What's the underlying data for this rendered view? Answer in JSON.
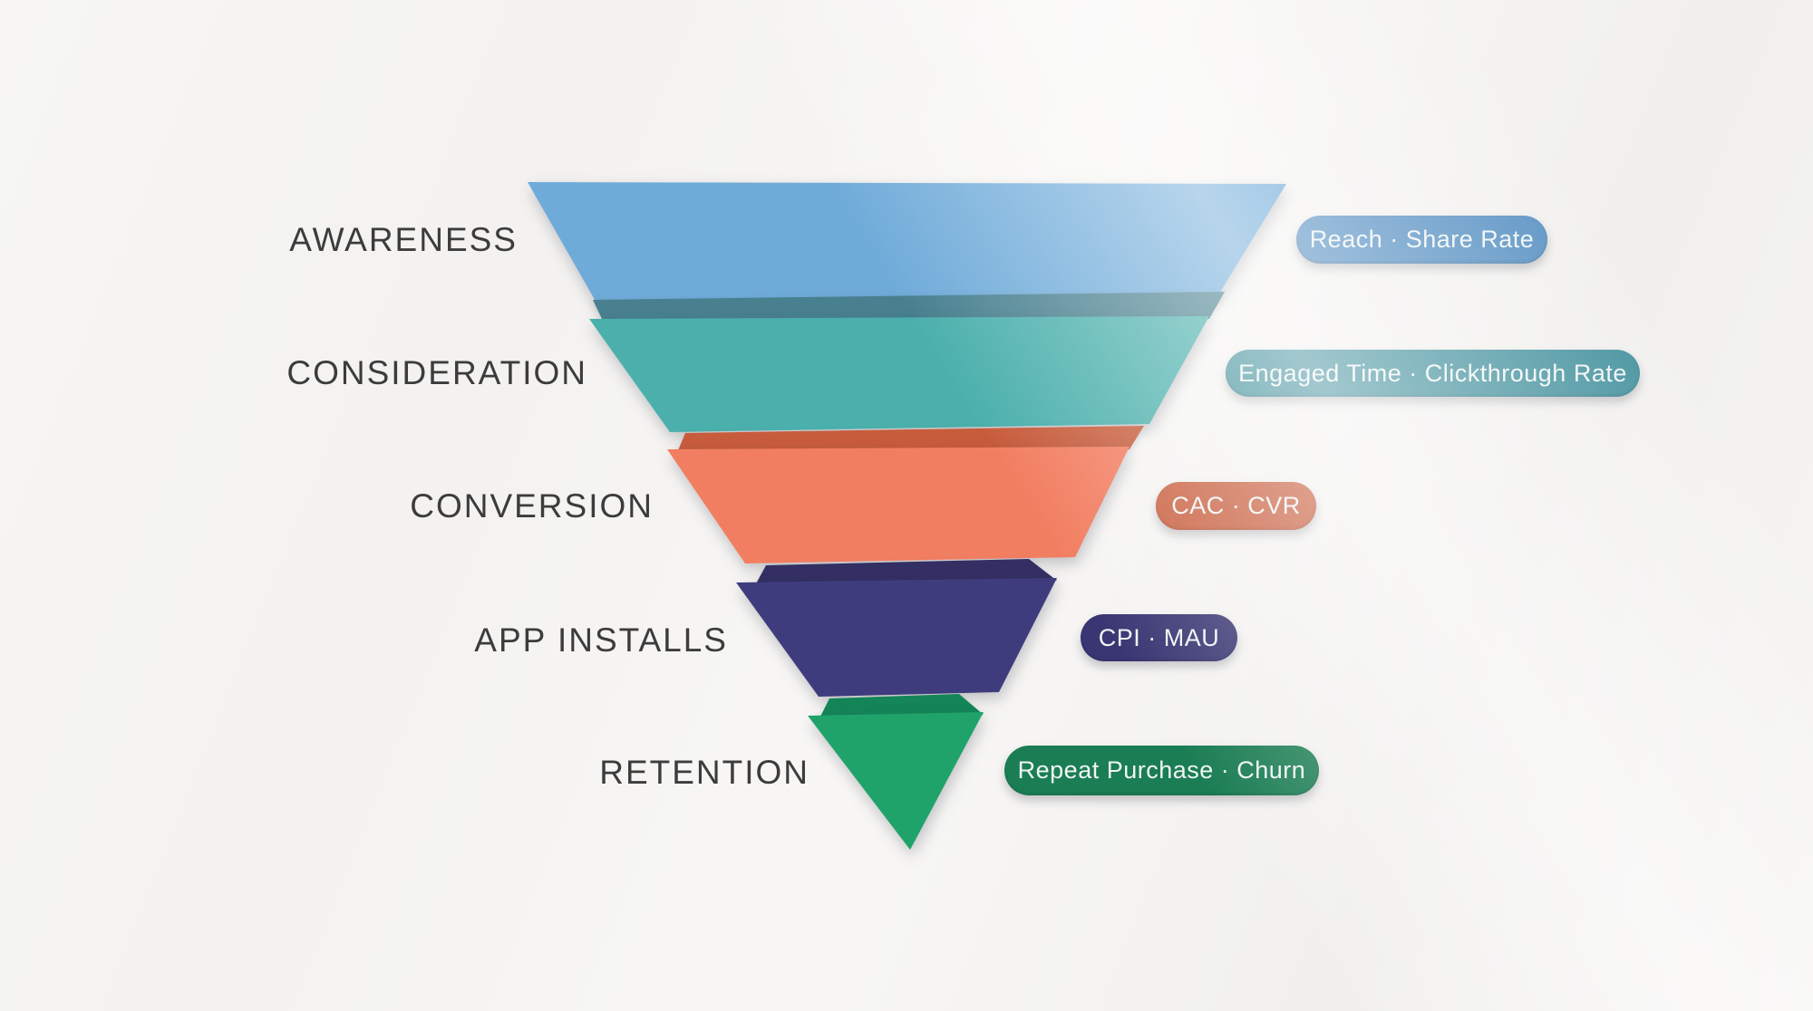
{
  "background_color": "#F5F4F2",
  "label_color": "#3C3C3C",
  "badge_text_color": "#EFF5F4",
  "funnel": {
    "type": "funnel",
    "stages": [
      {
        "label": "AWARENESS",
        "metrics": "Reach · Share Rate",
        "color": "#6FABD9",
        "badge_color": "#5B93C4"
      },
      {
        "label": "CONSIDERATION",
        "metrics": "Engaged Time · Clickthrough Rate",
        "color": "#4BB0AC",
        "fold_color": "#48808F",
        "badge_color": "#45929E"
      },
      {
        "label": "CONVERSION",
        "metrics": "CAC · CVR",
        "color": "#F27E61",
        "fold_color": "#C75C3C",
        "badge_color": "#C96040"
      },
      {
        "label": "APP INSTALLS",
        "metrics": "CPI · MAU",
        "color": "#3F3C7E",
        "fold_color": "#332F63",
        "badge_color": "#3A3673"
      },
      {
        "label": "RETENTION",
        "metrics": "Repeat Purchase · Churn",
        "color": "#1FA36A",
        "fold_color": "#148558",
        "badge_color": "#1B7D53"
      }
    ]
  }
}
